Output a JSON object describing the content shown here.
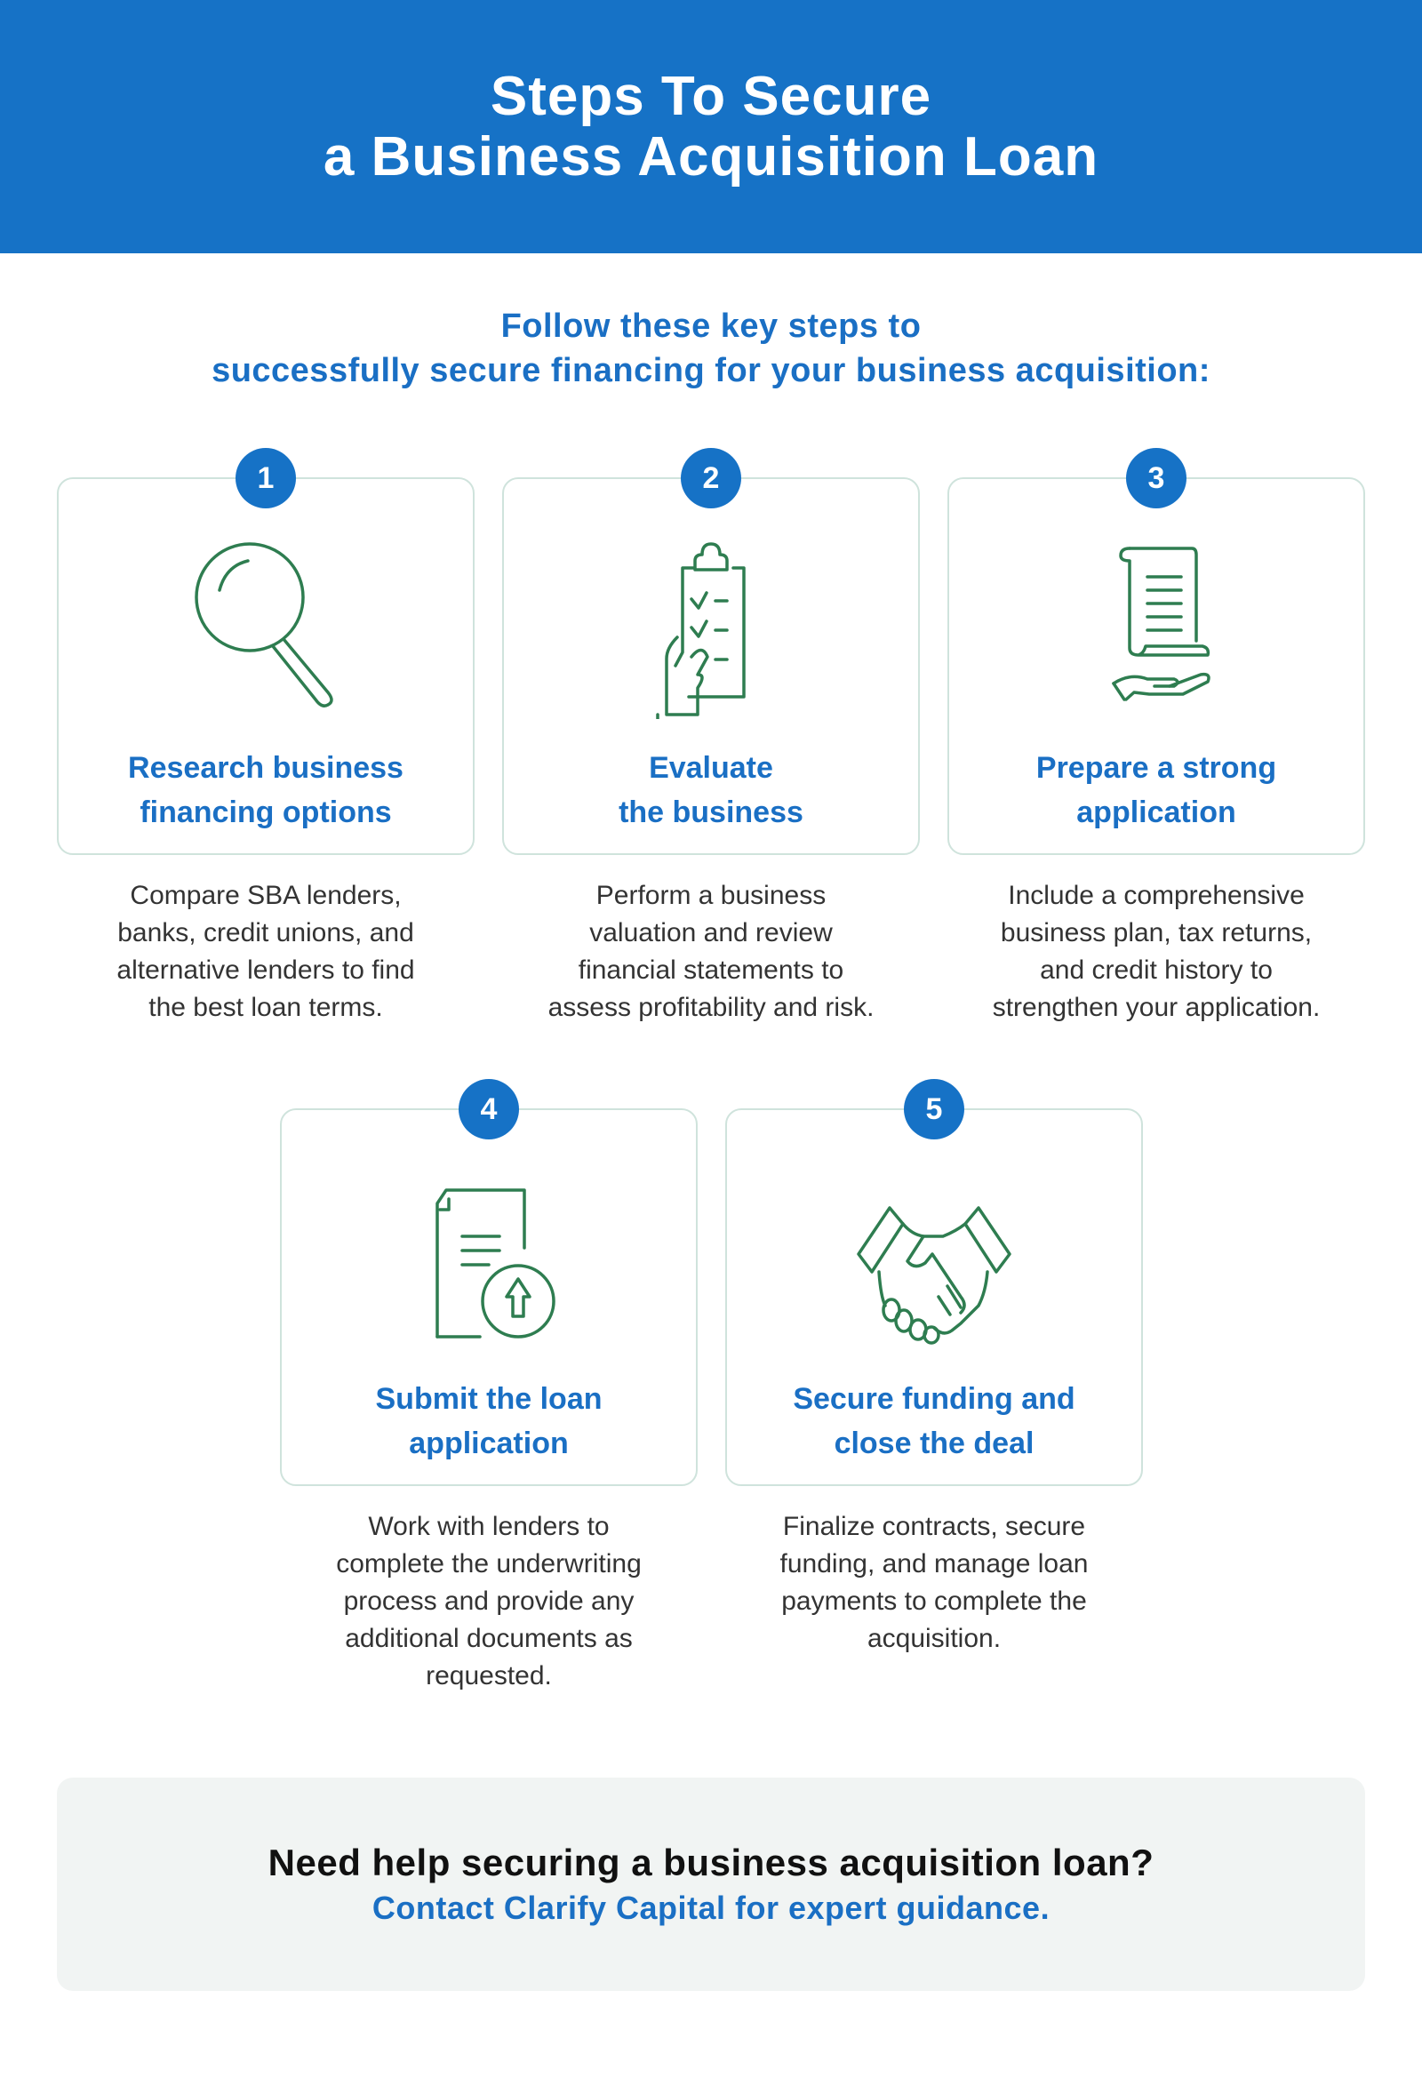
{
  "header": {
    "title_line1": "Steps To Secure",
    "title_line2": "a Business Acquisition Loan"
  },
  "intro": {
    "line1": "Follow these key steps to",
    "line2": "successfully secure financing for your business acquisition:"
  },
  "steps": [
    {
      "number": "1",
      "title1": "Research business",
      "title2": "financing options",
      "icon": "magnifying-glass-icon",
      "desc": [
        "Compare SBA lenders,",
        "banks, credit unions, and",
        "alternative lenders to find",
        "the best loan terms."
      ]
    },
    {
      "number": "2",
      "title1": "Evaluate",
      "title2": "the business",
      "icon": "clipboard-checklist-icon",
      "desc": [
        "Perform a business",
        "valuation and review",
        "financial statements to",
        "assess profitability and risk."
      ]
    },
    {
      "number": "3",
      "title1": "Prepare a strong",
      "title2": "application",
      "icon": "scroll-in-hand-icon",
      "desc": [
        "Include a comprehensive",
        "business plan, tax returns,",
        "and credit history to",
        "strengthen your application."
      ]
    },
    {
      "number": "4",
      "title1": "Submit the loan",
      "title2": "application",
      "icon": "document-upload-icon",
      "desc": [
        "Work with lenders to",
        "complete the underwriting",
        "process and provide any",
        "additional documents as",
        "requested."
      ]
    },
    {
      "number": "5",
      "title1": "Secure funding and",
      "title2": "close the deal",
      "icon": "handshake-icon",
      "desc": [
        "Finalize contracts, secure",
        "funding, and manage loan",
        "payments to complete the",
        "acquisition."
      ]
    }
  ],
  "footer": {
    "question": "Need help securing a business acquisition loan?",
    "cta": "Contact Clarify Capital for expert guidance."
  },
  "colors": {
    "brand_blue": "#1672c6",
    "icon_green": "#2e7d50",
    "card_border": "#cfe3dc",
    "footer_bg": "#f1f4f3"
  }
}
